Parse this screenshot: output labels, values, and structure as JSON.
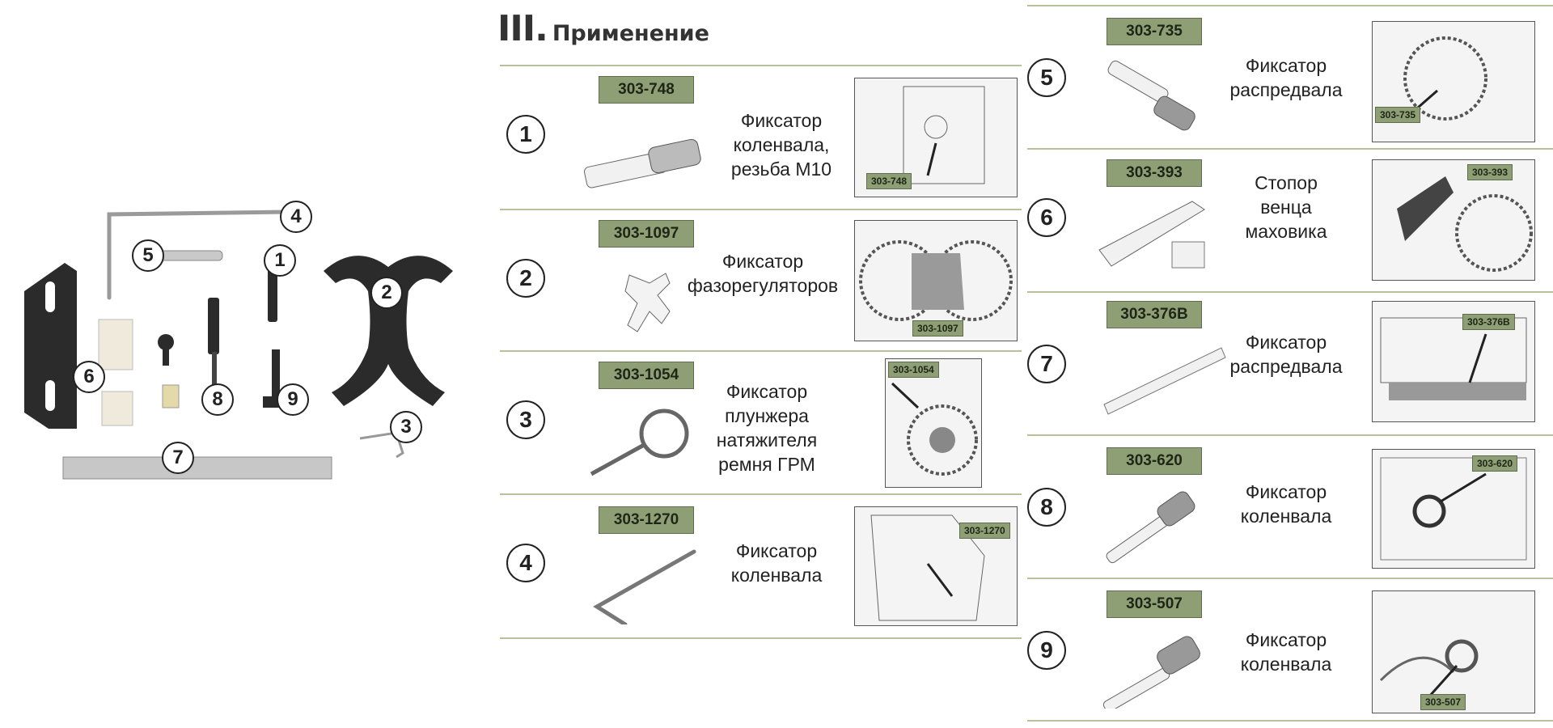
{
  "header": {
    "roman": "III.",
    "title": "Применение"
  },
  "kit_numbers": [
    "1",
    "2",
    "3",
    "4",
    "5",
    "6",
    "7",
    "8",
    "9"
  ],
  "items": [
    {
      "num": "1",
      "code": "303-748",
      "desc": [
        "Фиксатор",
        "коленвала,",
        "резьба M10"
      ],
      "photo_label": "303-748"
    },
    {
      "num": "2",
      "code": "303-1097",
      "desc": [
        "Фиксатор",
        "фазорегуляторов"
      ],
      "photo_label": "303-1097"
    },
    {
      "num": "3",
      "code": "303-1054",
      "desc": [
        "Фиксатор",
        "плунжера",
        "натяжителя",
        "ремня ГРМ"
      ],
      "photo_label": "303-1054"
    },
    {
      "num": "4",
      "code": "303-1270",
      "desc": [
        "Фиксатор",
        "коленвала"
      ],
      "photo_label": "303-1270"
    },
    {
      "num": "5",
      "code": "303-735",
      "desc": [
        "Фиксатор",
        "распредвала"
      ],
      "photo_label": "303-735"
    },
    {
      "num": "6",
      "code": "303-393",
      "desc": [
        "Стопор",
        "венца",
        "маховика"
      ],
      "photo_label": "303-393"
    },
    {
      "num": "7",
      "code": "303-376B",
      "desc": [
        "Фиксатор",
        "распредвала"
      ],
      "photo_label": "303-376B"
    },
    {
      "num": "8",
      "code": "303-620",
      "desc": [
        "Фиксатор",
        "коленвала"
      ],
      "photo_label": "303-620"
    },
    {
      "num": "9",
      "code": "303-507",
      "desc": [
        "Фиксатор",
        "коленвала"
      ],
      "photo_label": "303-507"
    }
  ],
  "colors": {
    "code_bg": "#8e9f76",
    "separator": "#b7c29a",
    "tool_dark": "#2b2b2b"
  }
}
